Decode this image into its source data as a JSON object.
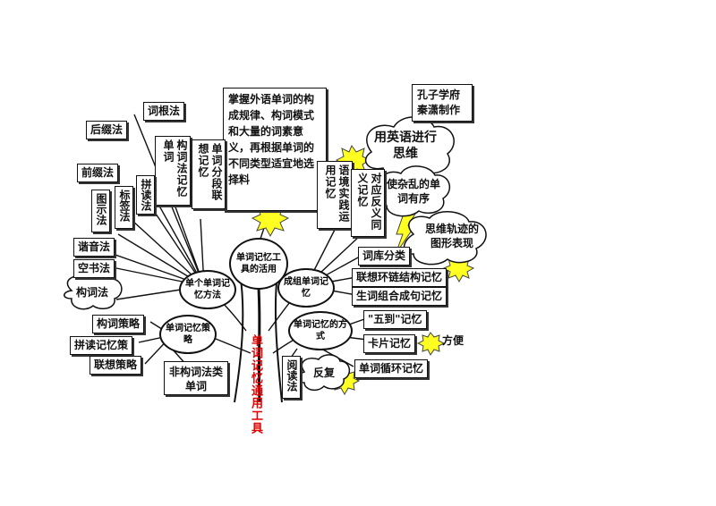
{
  "central": {
    "trunk": "单词记忆通用工具",
    "hub": "单词记忆工具的活用"
  },
  "credit": "孔子学府秦潇制作",
  "top_note": "掌握外语单词的构成规律、构词模式和大量的词素意义，再根据单词的不同类型适宜地选择料",
  "branches": {
    "methods": "单个单词记忆方法",
    "strategy": "单词记忆策略",
    "group": "成组单词记忆",
    "ways": "单词记忆的方式"
  },
  "left_nodes": {
    "root_method": "词根法",
    "suffix": "后缀法",
    "prefix": "前缀法",
    "pictograph": "图示法",
    "label_method": "标签法",
    "spelling": "拼读法",
    "homophone": "谐音法",
    "blank": "空书法",
    "word_formation": "构词法",
    "formation_memory": "构词法记忆单词",
    "segment": "单词分段联想记忆",
    "formation_strategy": "构词策略",
    "spelling_strategy": "拼读记忆策",
    "association_strategy": "联想策略",
    "non_formation": "非构词法类单词"
  },
  "right_nodes": {
    "context": "语境实践运用记忆",
    "opposite": "对应反义同义记忆",
    "thesaurus": "词库分类",
    "assoc_chain": "联想环链结构记忆",
    "word_combo": "生词组合成句记忆",
    "five_to": "\"五到\"记忆",
    "card": "卡片记忆",
    "cycle": "单词循环记忆",
    "reading": "阅读法"
  },
  "clouds": {
    "english_think": "用英语进行思维",
    "orderly": "使杂乱的单词有序",
    "thinking_path": "思维轨迹的图形表现",
    "convenient": "方便",
    "repeat": "反复"
  }
}
